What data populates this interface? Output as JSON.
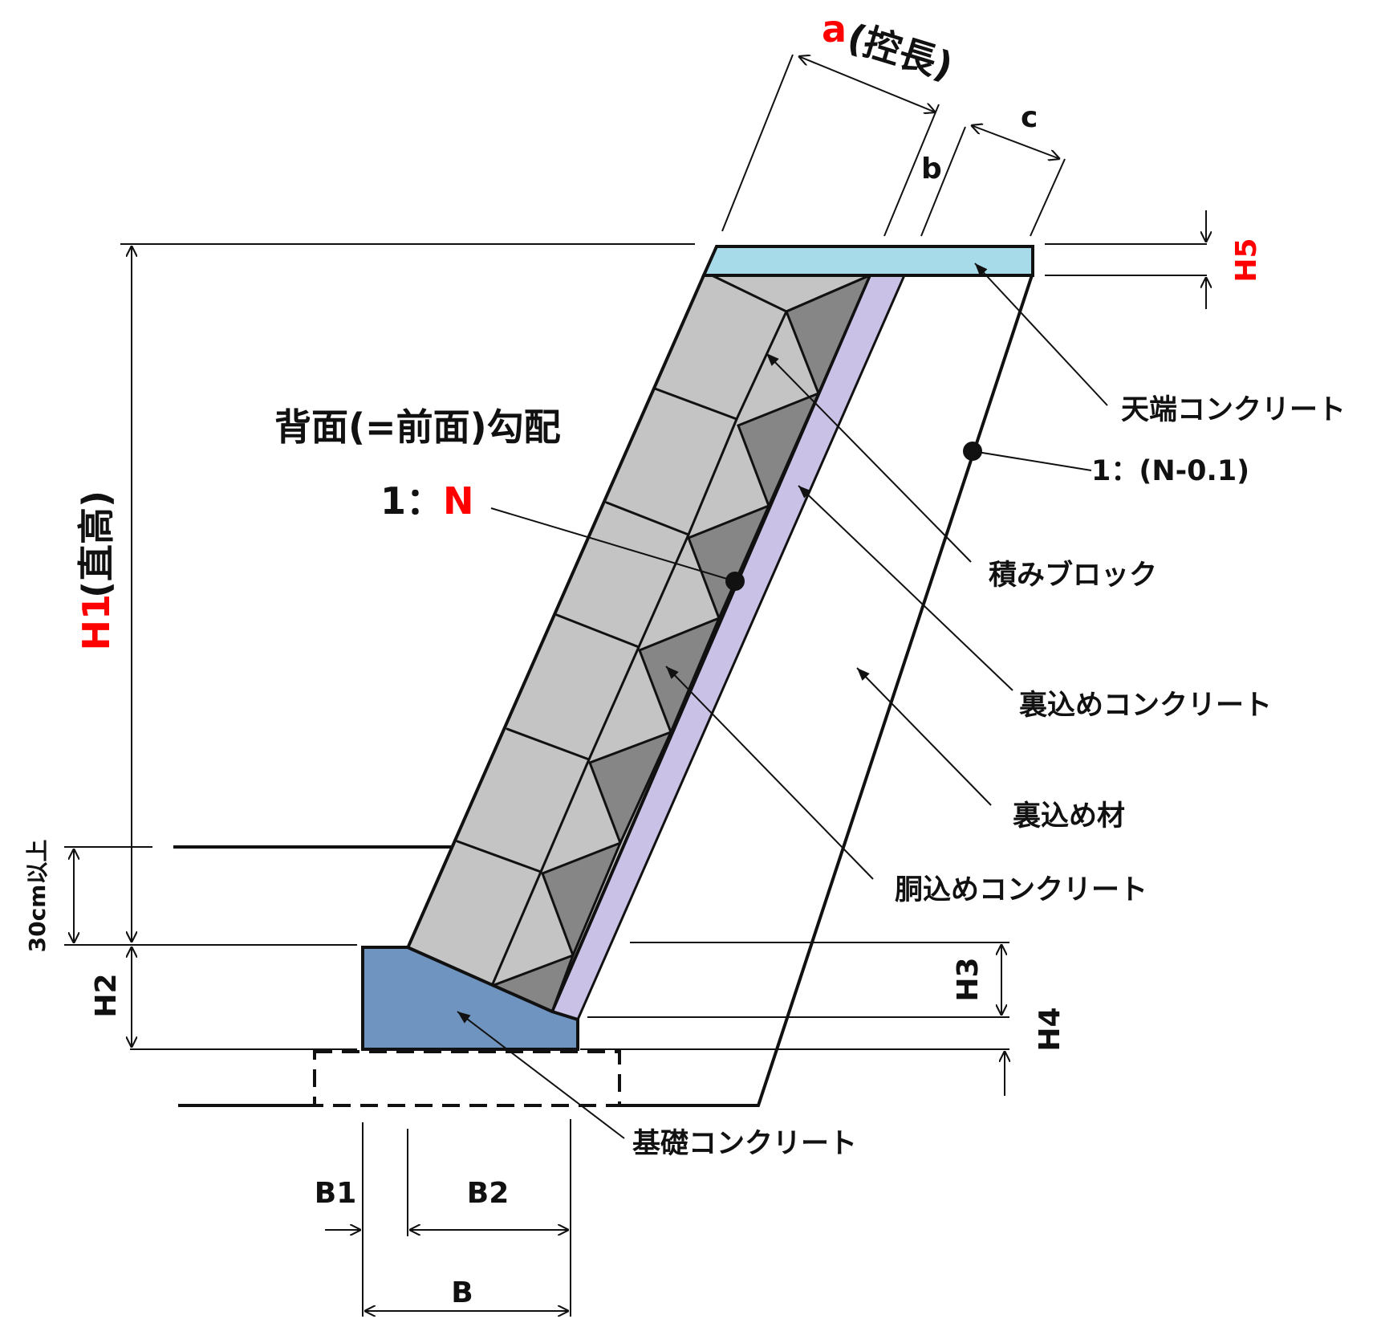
{
  "labels": {
    "dim_a": "a",
    "dim_a_suffix": "(控長)",
    "dim_b": "b",
    "dim_c": "c",
    "dim_h5": "H5",
    "dim_h1": "H1",
    "dim_h1_suffix": "(直高)",
    "dim_30cm": "30cm以上",
    "dim_h2": "H2",
    "dim_h3": "H3",
    "dim_h4": "H4",
    "dim_b1": "B1",
    "dim_b2": "B2",
    "dim_b_total": "B",
    "slope_title": "背面(=前面)勾配",
    "slope_ratio_prefix": "1：",
    "slope_ratio_n": "N",
    "back_slope_ratio": "1：(N-0.1)",
    "crown_concrete": "天端コンクリート",
    "blocks": "積みブロック",
    "backfill_concrete": "裏込めコンクリート",
    "backfill_material": "裏込め材",
    "filling_concrete": "胴込めコンクリート",
    "foundation_concrete": "基礎コンクリート"
  },
  "colors": {
    "block_light": "#c4c4c4",
    "block_dark": "#868686",
    "backfill_concrete": "#c9c1e6",
    "crown_concrete": "#a7dbea",
    "foundation": "#7094c0",
    "red": "#ff0000"
  }
}
